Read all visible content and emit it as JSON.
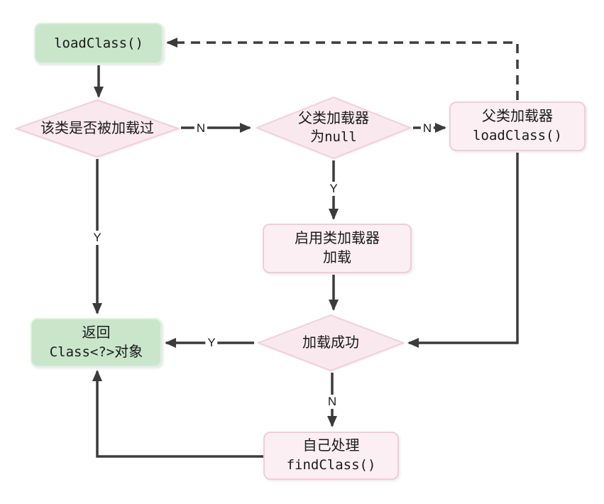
{
  "diagram": {
    "title": "classloader-parent-delegation-flowchart",
    "colors": {
      "node_green_fill": "#c9e6cb",
      "node_pink_fill": "#fbeff3",
      "node_pink_border": "#f2ccd7",
      "diamond_fill": "#f9e9ee",
      "diamond_border": "#f3cfda",
      "arrow": "#3b3b3b"
    },
    "nodes": {
      "load_class": {
        "code": "loadClass()"
      },
      "check_loaded": {
        "label": "该类是否被加载过"
      },
      "parent_null": {
        "line1": "父类加载器",
        "line2_prefix": "为",
        "line2_code": "null"
      },
      "parent_load_class": {
        "line1": "父类加载器",
        "line2_code": "loadClass()"
      },
      "use_loader": {
        "line1": "启用类加载器",
        "line2": "加载"
      },
      "load_success": {
        "label": "加载成功"
      },
      "return_class": {
        "line1": "返回",
        "line2_code": "Class<?>",
        "line2_suffix": "对象"
      },
      "find_class": {
        "line1": "自己处理",
        "line2_code": "findClass()"
      }
    },
    "edge_labels": {
      "check_loaded_no": "N",
      "parent_null_no": "N",
      "parent_null_yes": "Y",
      "check_loaded_yes": "Y",
      "load_success_yes": "Y",
      "load_success_no": "N"
    }
  }
}
